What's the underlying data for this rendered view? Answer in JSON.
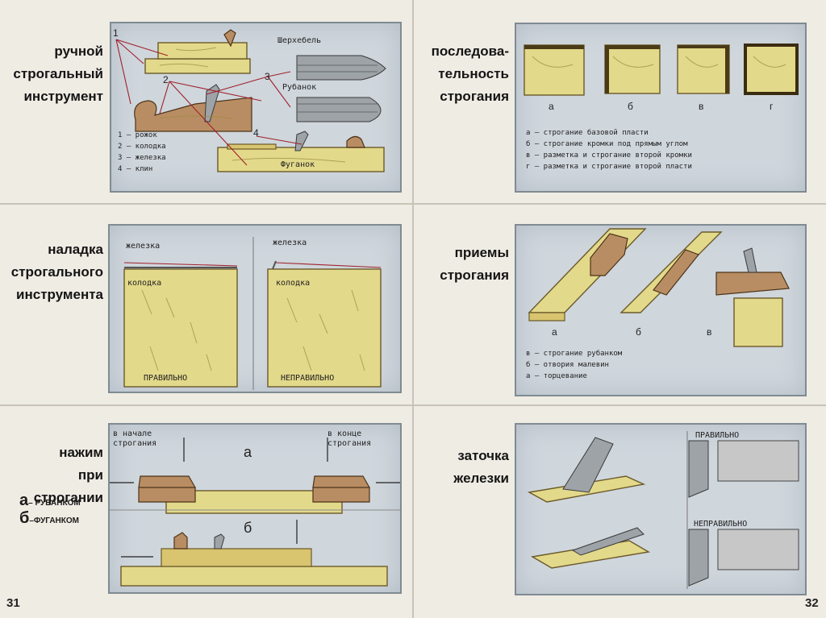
{
  "page_numbers": {
    "left": "31",
    "right": "32"
  },
  "sections": {
    "hand_tools": {
      "title": [
        "ручной",
        "строгальный",
        "инструмент"
      ],
      "tools": {
        "sherhebel": "Шерхебель",
        "rubanok": "Рубанок",
        "fuganok": "Фуганок"
      },
      "callouts": [
        "1",
        "2",
        "3",
        "4"
      ],
      "parts": [
        "1 — рожок",
        "2 — колодка",
        "3 — железка",
        "4 — клин"
      ]
    },
    "sequence": {
      "title": [
        "последова-",
        "тельность",
        "строгания"
      ],
      "letters": [
        "а",
        "б",
        "в",
        "г"
      ],
      "legend": [
        "а — строгание базовой пласти",
        "б — строгание кромки под прямым углом",
        "в — разметка и строгание второй кромки",
        "г — разметка и строгание второй пласти"
      ]
    },
    "setup": {
      "title": [
        "наладка",
        "строгального",
        "инструмента"
      ],
      "iron": "железка",
      "block": "колодка",
      "correct": "ПРАВИЛЬНО",
      "incorrect": "НЕПРАВИЛЬНО"
    },
    "techniques": {
      "title": [
        "приемы",
        "строгания"
      ],
      "letters": [
        "а",
        "б",
        "в"
      ],
      "legend": [
        "в — строгание рубанком",
        "б — отвория малевин",
        "а — торцевание"
      ]
    },
    "pressure": {
      "title": [
        "нажим",
        "при строгании"
      ],
      "sub_a": "а",
      "sub_a_text": "– РУБАНКОМ",
      "sub_b": "б",
      "sub_b_text": "–ФУГАНКОМ",
      "start_note": [
        "в начале",
        "строгания"
      ],
      "end_note": [
        "в конце",
        "строгания"
      ],
      "letter_a": "а",
      "letter_b": "б"
    },
    "sharpening": {
      "title": [
        "заточка",
        "железки"
      ],
      "correct": "ПРАВИЛЬНО",
      "incorrect": "НЕПРАВИЛЬНО"
    }
  }
}
